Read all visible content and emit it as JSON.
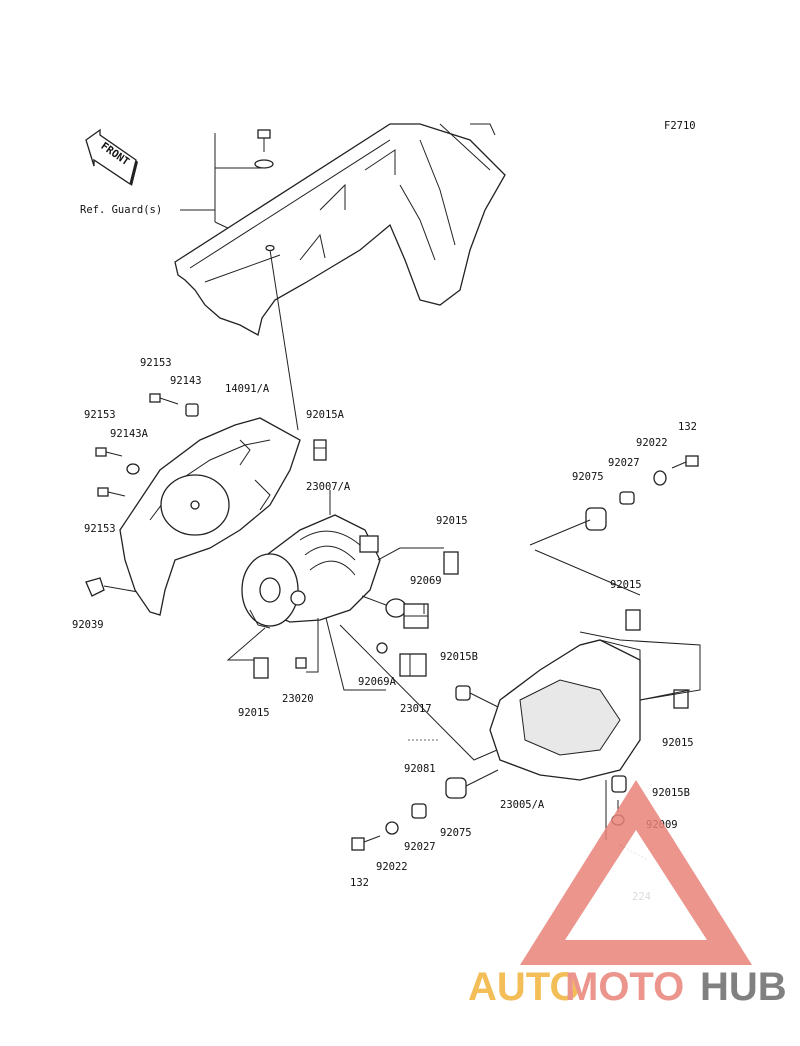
{
  "figure_code": "F2710",
  "front_arrow": "FRONT",
  "ref_note": "Ref. Guard(s)",
  "parts": {
    "p92153_a": "92153",
    "p92143": "92143",
    "p14091": "14091/A",
    "p92153_b": "92153",
    "p92143a": "92143A",
    "p92015a": "92015A",
    "p92153_c": "92153",
    "p92039": "92039",
    "p23007": "23007/A",
    "p92015_a": "92015",
    "p92069": "92069",
    "p92015_b": "92015",
    "p23020": "23020",
    "p92069a": "92069A",
    "p23017": "23017",
    "p92015b_a": "92015B",
    "p92081": "92081",
    "p132_a": "132",
    "p92022_a": "92022",
    "p92027_a": "92027",
    "p92075_a": "92075",
    "p92015_c": "92015",
    "p92015_d": "92015",
    "p23005": "23005/A",
    "p92075_b": "92075",
    "p92027_b": "92027",
    "p92022_b": "92022",
    "p132_b": "132",
    "p92015b_b": "92015B",
    "p92009": "92009",
    "p224": "224"
  },
  "watermark": {
    "part1": "AUTO",
    "part2": "MOTO",
    "part3": "HUB",
    "color1": "#f2b23a",
    "color2": "#e8837a",
    "color3": "#6b6b6b"
  }
}
